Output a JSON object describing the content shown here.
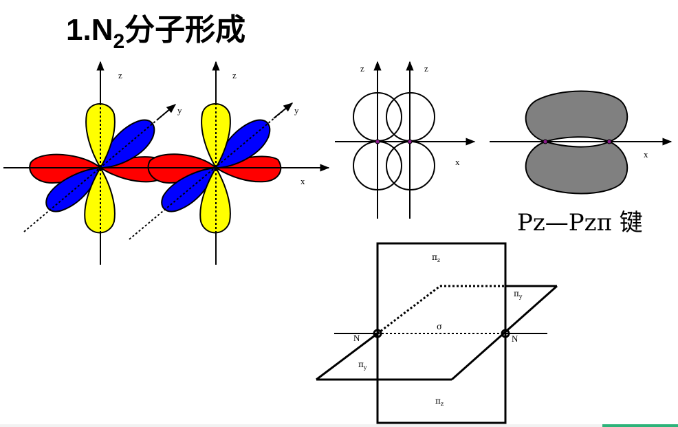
{
  "title": {
    "prefix": "1.N",
    "subscript": "2",
    "suffix": "分子形成"
  },
  "orbital_diagram": {
    "axis_z": "z",
    "axis_y": "y",
    "axis_x": "x"
  },
  "pi_bond_diagram": {
    "axis_z": "z",
    "axis_x": "x",
    "caption": "Pz—Pzπ 键"
  },
  "plane_diagram": {
    "pi_z": "π",
    "pi_z_sub": "z",
    "pi_y": "π",
    "pi_y_sub": "y",
    "sigma": "σ",
    "atom_left": "N",
    "atom_right": "N"
  },
  "colors": {
    "px_lobe": "#ff0000",
    "py_lobe": "#0000ff",
    "pz_lobe": "#ffff00",
    "overlap_fill": "#808080"
  }
}
